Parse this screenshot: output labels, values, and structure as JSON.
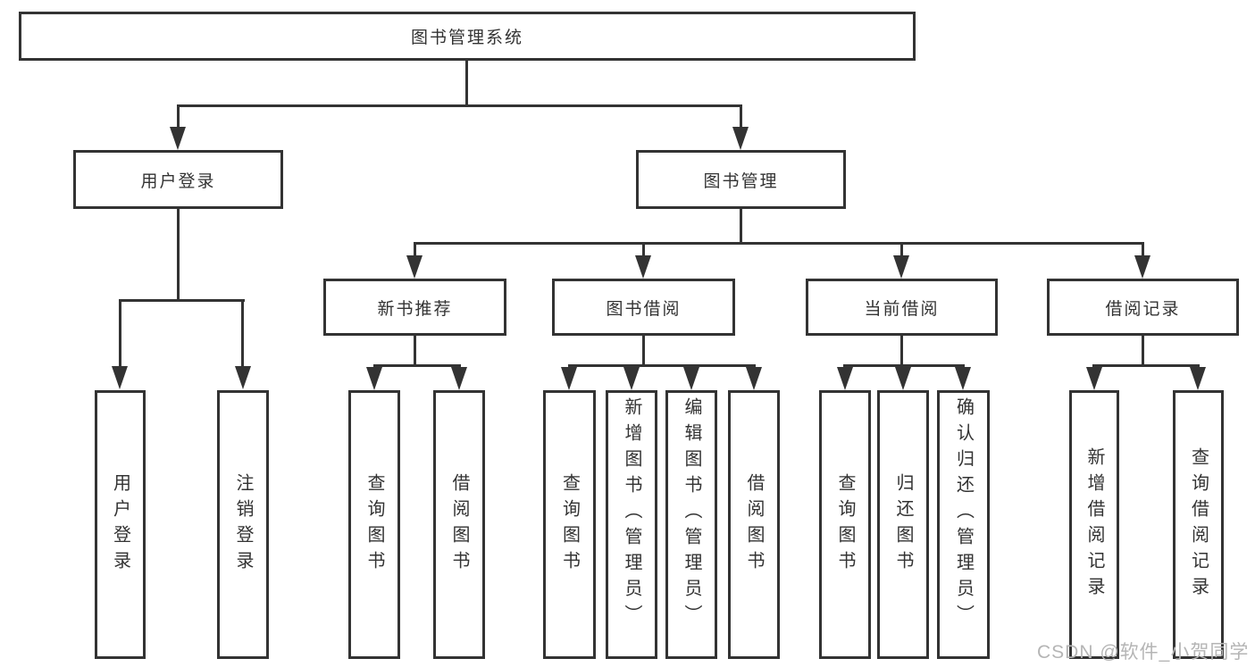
{
  "tree": {
    "title": "图书管理系统",
    "login": {
      "label": "用户登录",
      "leaves": [
        "用户登录",
        "注销登录"
      ]
    },
    "mgmt": {
      "label": "图书管理",
      "groups": [
        {
          "label": "新书推荐",
          "leaves": [
            "查询图书",
            "借阅图书"
          ]
        },
        {
          "label": "图书借阅",
          "leaves": [
            "查询图书",
            "新增图书（管理员）",
            "编辑图书（管理员）",
            "借阅图书"
          ]
        },
        {
          "label": "当前借阅",
          "leaves": [
            "查询图书",
            "归还图书",
            "确认归还（管理员）"
          ]
        },
        {
          "label": "借阅记录",
          "leaves": [
            "新增借阅记录",
            "查询借阅记录"
          ]
        }
      ]
    }
  },
  "watermark": {
    "text": "CSDN @软件_小贺同学"
  },
  "colors": {
    "line": "#333333",
    "text": "#333333",
    "watermark": "#b5b5b5",
    "background": "#ffffff"
  }
}
